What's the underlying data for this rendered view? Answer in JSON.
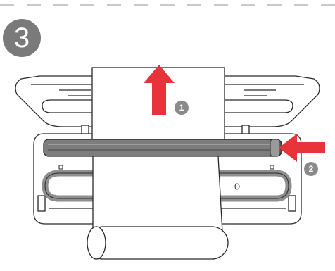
{
  "step": {
    "number": "3"
  },
  "callouts": [
    {
      "number": "1"
    },
    {
      "number": "2"
    }
  ],
  "colors": {
    "arrow": "#e8333a",
    "dash": "#c9c9c9",
    "outline": "#2a2a2a",
    "seal_bar": "#7d7d7d",
    "gasket": "#8f8f8f",
    "badge": "#7a7a7a"
  },
  "icons": {
    "step_badge": "circled-number-icon",
    "arrow_up": "arrow-up-icon",
    "arrow_left": "arrow-left-icon"
  }
}
